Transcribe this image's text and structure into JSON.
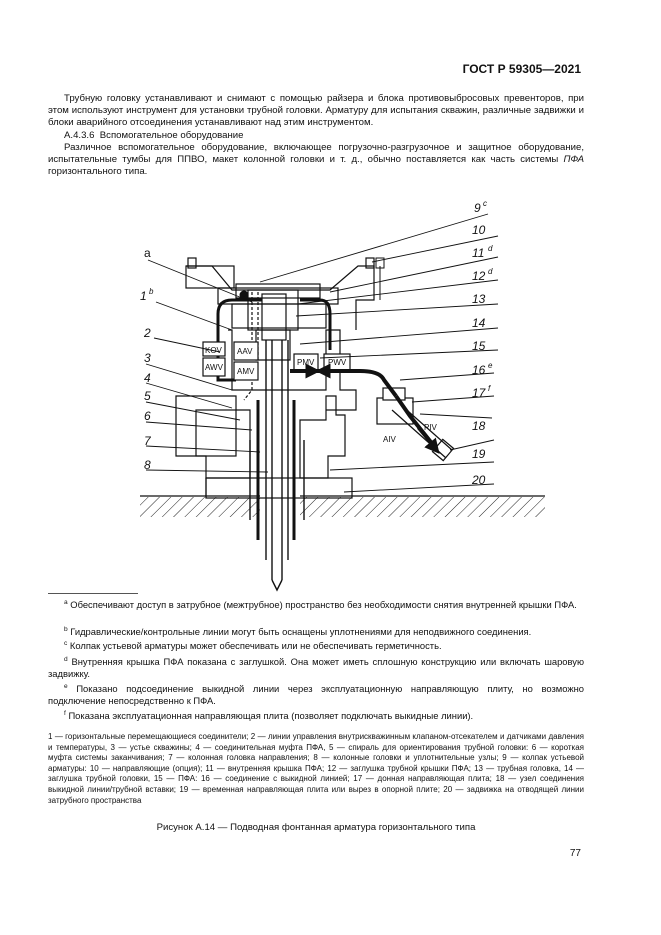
{
  "header": {
    "standard": "ГОСТ Р 59305—2021"
  },
  "body": {
    "p1": "Трубную головку устанавливают и снимают с помощью райзера и блока противовыбросовых превенторов, при этом используют инструмент для установки трубной головки. Арматуру для испытания скважин, различные задвижки и блоки аварийного отсоединения устанавливают над этим инструментом.",
    "section_number": "А.4.3.6",
    "section_title": "Вспомогательное оборудование",
    "p2_a": "Различное вспомогательное оборудование, включающее погрузочно-разгрузочное и защитное оборудование, испытательные тумбы для ППВО, макет колонной головки и т. д., обычно поставляется как часть системы ",
    "p2_em": "ПФА",
    "p2_b": " горизонтального типа."
  },
  "figure": {
    "callouts": {
      "n1": "1",
      "n1_sup": "b",
      "n2": "2",
      "n3": "3",
      "n4": "4",
      "n5": "5",
      "n6": "6",
      "n7": "7",
      "n8": "8",
      "n9": "9",
      "n9_sup": "c",
      "n10": "10",
      "n11": "11",
      "n11_sup": "d",
      "n12": "12",
      "n12_sup": "d",
      "n13": "13",
      "n14": "14",
      "n15": "15",
      "n16": "16",
      "n16_sup": "e",
      "n17": "17",
      "n17_sup": "f",
      "n18": "18",
      "n19": "19",
      "n20": "20",
      "a": "a"
    },
    "valve_labels": {
      "kov": "KOV",
      "awv": "AWV",
      "aav": "AAV",
      "amv": "AMV",
      "pmv": "PMV",
      "pwv": "PWV",
      "piv": "PIV",
      "aiv": "AIV"
    }
  },
  "footnotes": {
    "a_mark": "a",
    "a_text": "Обеспечивают доступ в затрубное (межтрубное) пространство без необходимости снятия внутренней крышки ПФА.",
    "b_mark": "b",
    "b_text": "Гидравлические/контрольные линии могут быть оснащены уплотнениями для неподвижного соединения.",
    "c_mark": "c",
    "c_text": "Колпак устьевой арматуры может обеспечивать или не обеспечивать герметичность.",
    "d_mark": "d",
    "d_text": "Внутренняя крышка ПФА показана с заглушкой. Она может иметь сплошную конструкцию или включать шаровую задвижку.",
    "e_mark": "e",
    "e_text": "Показано подсоединение выкидной линии через эксплуатационную направляющую плиту, но возможно подключение непосредственно к ПФА.",
    "f_mark": "f",
    "f_text": "Показана эксплуатационная направляющая плита (позволяет подключать выкидные линии)."
  },
  "legend": "1 — горизонтальные перемещающиеся соединители; 2 — линии управления внутрискважинным клапаном-отсекателем и датчиками давления и температуры, 3 — устье скважины; 4 — соединительная муфта ПФА, 5 — спираль для ориентирования трубной головки: 6 — короткая муфта системы заканчивания; 7 — колонная головка направления; 8 — колонные головки и уплотнительные узлы; 9 — колпак устьевой арматуры: 10 — направляющие (опция); 11 — внутренняя крышка ПФА; 12 — заглушка трубной крышки ПФА; 13 — трубная головка, 14 — заглушка трубной головки, 15 — ПФА: 16 — соединение с выкидной линией; 17 — донная направляющая плита; 18 — узел соединения выкидной линии/трубной вставки; 19 — временная направляющая плита или вырез в опорной плите; 20 — задвижка на отводящей линии затрубного пространства",
  "caption": "Рисунок А.14 — Подводная фонтанная арматура горизонтального типа",
  "page_number": "77"
}
